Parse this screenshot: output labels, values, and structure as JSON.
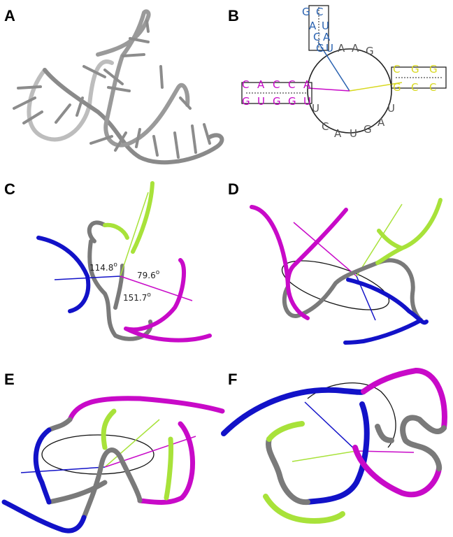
{
  "panels": {
    "a": {
      "label": "A"
    },
    "b": {
      "label": "B",
      "helix_blue": [
        "G",
        "C",
        "A",
        "U",
        "C",
        "A",
        "G",
        "U"
      ],
      "loop": [
        "A",
        "A",
        "G",
        "U",
        "A",
        "G",
        "U",
        "A",
        "C",
        "U"
      ],
      "helix_magenta_top": [
        "C",
        "A",
        "C",
        "C",
        "A"
      ],
      "helix_magenta_bottom": [
        "G",
        "U",
        "G",
        "G",
        "U"
      ],
      "helix_yellow_top": [
        "C",
        "G",
        "G"
      ],
      "helix_yellow_bottom": [
        "G",
        "C",
        "C"
      ]
    },
    "c": {
      "label": "C",
      "angle1": "114.8",
      "angle2": "79.6",
      "angle3": "151.7",
      "degree_mark": "o"
    },
    "d": {
      "label": "D"
    },
    "e": {
      "label": "E"
    },
    "f": {
      "label": "F"
    }
  },
  "colors": {
    "blue": "#1212c8",
    "magenta": "#c80ac8",
    "lime": "#a8e23a",
    "gray": "#7a7a7a",
    "yellow": "#d8d820",
    "steelblue": "#2a62b0"
  }
}
